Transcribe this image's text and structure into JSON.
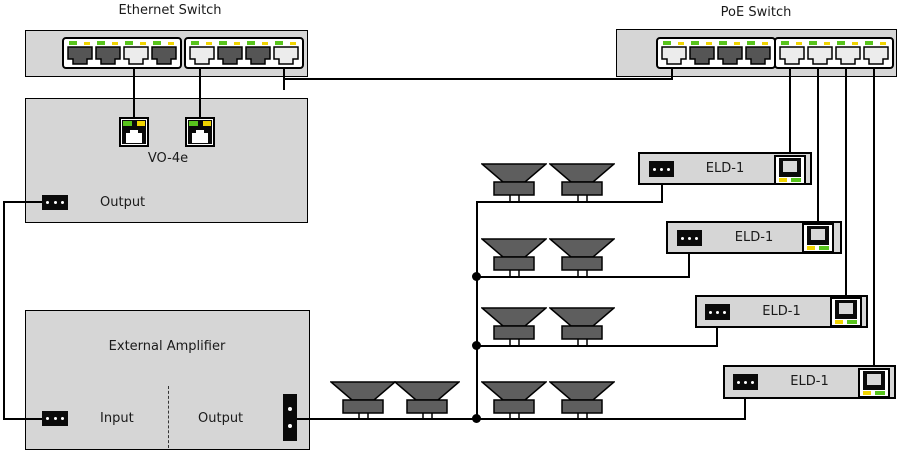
{
  "ethernet_switch": {
    "title": "Ethernet Switch",
    "ports": [
      "occupied",
      "occupied",
      "connected",
      "occupied",
      "connected",
      "occupied",
      "occupied",
      "connected"
    ]
  },
  "poe_switch": {
    "title": "PoE Switch",
    "ports": [
      "connected",
      "occupied",
      "occupied",
      "occupied",
      "connected",
      "connected",
      "connected",
      "connected"
    ]
  },
  "vo4e": {
    "model": "VO-4e",
    "output_label": "Output",
    "ethernet_port_count": 2
  },
  "amplifier": {
    "title": "External Amplifier",
    "input_label": "Input",
    "output_label": "Output"
  },
  "eld_units": [
    {
      "label": "ELD-1"
    },
    {
      "label": "ELD-1"
    },
    {
      "label": "ELD-1"
    },
    {
      "label": "ELD-1"
    }
  ],
  "speakers": {
    "pairs": 5,
    "per_pair": 2
  },
  "icons": {
    "rj45_switch_port": "rj45-port-icon",
    "rj45_device_jack": "rj45-jack-icon",
    "terminal_block": "terminal-block-icon",
    "horn_speaker": "horn-speaker-icon"
  },
  "colors": {
    "box_fill": "#d6d6d6",
    "port_occupied": "#555555",
    "port_connected": "#ececec",
    "led_green": "#58c41c",
    "led_yellow": "#f0d400",
    "speaker_fill": "#5e5e5e",
    "wire": "#000000"
  }
}
